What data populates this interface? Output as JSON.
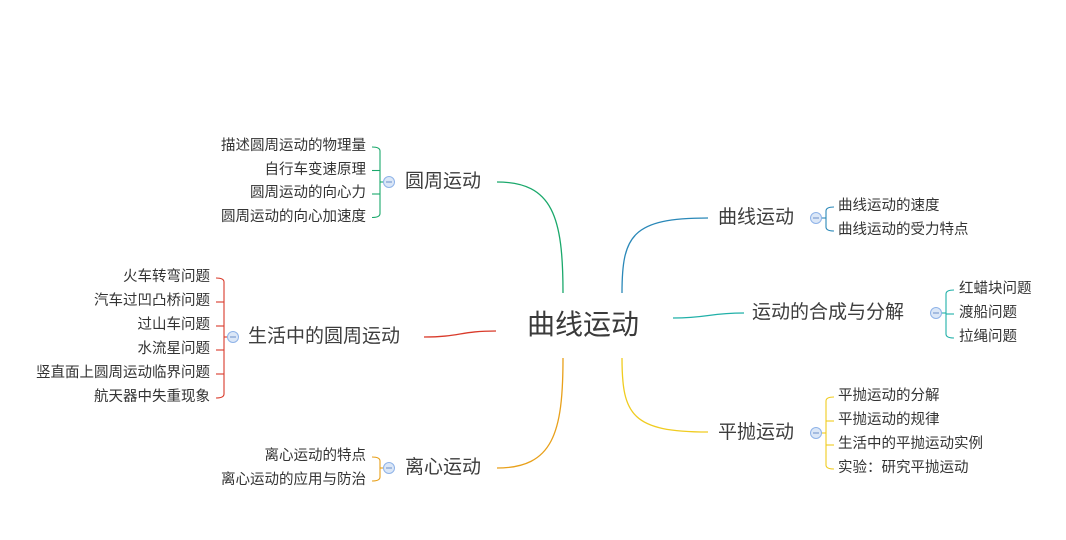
{
  "center": "曲线运动",
  "branches": [
    {
      "id": "circular",
      "label": "圆周运动",
      "color": "#1aa86b",
      "children": [
        "描述圆周运动的物理量",
        "自行车变速原理",
        "圆周运动的向心力",
        "圆周运动的向心加速度"
      ]
    },
    {
      "id": "life",
      "label": "生活中的圆周运动",
      "color": "#d93a2a",
      "children": [
        "火车转弯问题",
        "汽车过凹凸桥问题",
        "过山车问题",
        "水流星问题",
        "竖直面上圆周运动临界问题",
        "航天器中失重现象"
      ]
    },
    {
      "id": "centrifugal",
      "label": "离心运动",
      "color": "#e8a01a",
      "children": [
        "离心运动的特点",
        "离心运动的应用与防治"
      ]
    },
    {
      "id": "curve",
      "label": "曲线运动",
      "color": "#2a88b8",
      "children": [
        "曲线运动的速度",
        "曲线运动的受力特点"
      ]
    },
    {
      "id": "compose",
      "label": "运动的合成与分解",
      "color": "#20b0a8",
      "children": [
        "红蜡块问题",
        "渡船问题",
        "拉绳问题"
      ]
    },
    {
      "id": "projectile",
      "label": "平抛运动",
      "color": "#f0cc20",
      "children": [
        "平抛运动的分解",
        "平抛运动的规律",
        "生活中的平抛运动实例",
        "实验：研究平抛运动"
      ]
    }
  ],
  "collapse_icon_color": "#8fb3e8"
}
